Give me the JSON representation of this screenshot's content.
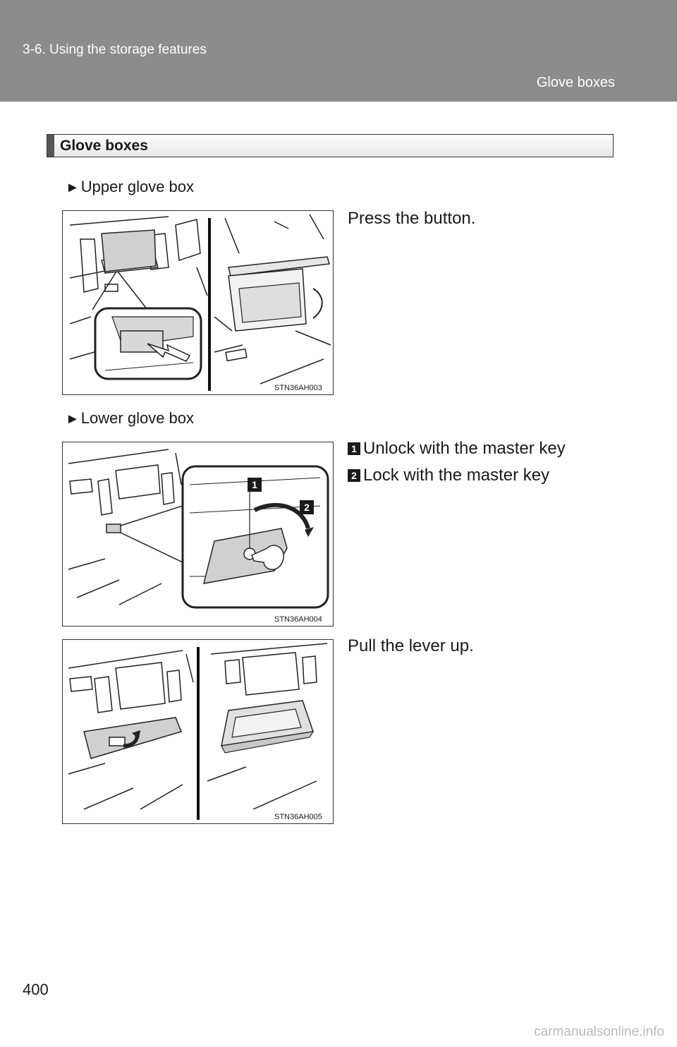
{
  "header": {
    "section": "3-6. Using the storage features",
    "topic": "Glove boxes"
  },
  "title": "Glove boxes",
  "upper": {
    "heading": "Upper glove box",
    "instruction": "Press the button.",
    "figure_id": "STN36AH003"
  },
  "lower": {
    "heading": "Lower glove box",
    "steps": [
      {
        "num": "1",
        "text": "Unlock with the master key"
      },
      {
        "num": "2",
        "text": "Lock with the master key"
      }
    ],
    "figure_id": "STN36AH004",
    "instruction2": "Pull the lever up.",
    "figure2_id": "STN36AH005"
  },
  "page_number": "400",
  "watermark": "carmanualsonline.info"
}
